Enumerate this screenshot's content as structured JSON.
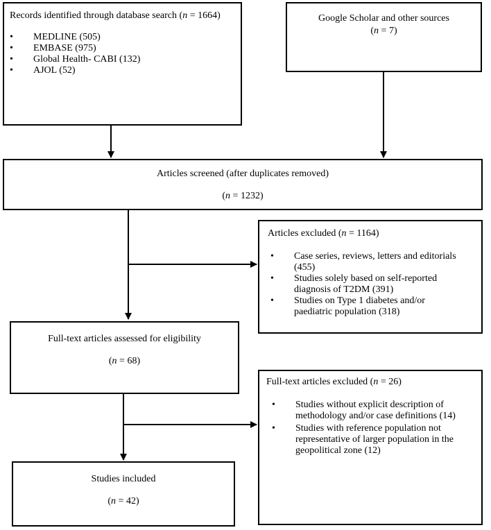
{
  "n_symbol": "n",
  "boxes": {
    "database": {
      "prefix": "Records identified through database search (",
      "suffix": " = 1664)",
      "items": [
        "MEDLINE (505)",
        "EMBASE (975)",
        "Global Health- CABI (132)",
        "AJOL (52)"
      ]
    },
    "other_sources": {
      "title": "Google Scholar and other sources",
      "count_suffix": " = 7)"
    },
    "screened": {
      "title": "Articles screened (after duplicates removed)",
      "count_suffix": " = 1232)"
    },
    "excluded_1": {
      "prefix": "Articles excluded (",
      "suffix": " = 1164)",
      "items": [
        [
          "Case series, reviews, letters and editorials",
          "(455)"
        ],
        [
          "Studies solely based on self-reported",
          "diagnosis of T2DM (391)"
        ],
        [
          "Studies on Type 1 diabetes and/or",
          "paediatric population (318)"
        ]
      ]
    },
    "fulltext": {
      "title": "Full-text articles assessed for eligibility",
      "count_suffix": " = 68)"
    },
    "excluded_2": {
      "prefix": "Full-text articles excluded (",
      "suffix": " = 26)",
      "items": [
        [
          "Studies without explicit description of",
          "methodology and/or case definitions (14)"
        ],
        [
          "Studies with reference population not",
          "representative of larger population in the",
          "geopolitical zone (12)"
        ]
      ]
    },
    "included": {
      "title": "Studies included",
      "count_suffix": " = 42)"
    }
  }
}
